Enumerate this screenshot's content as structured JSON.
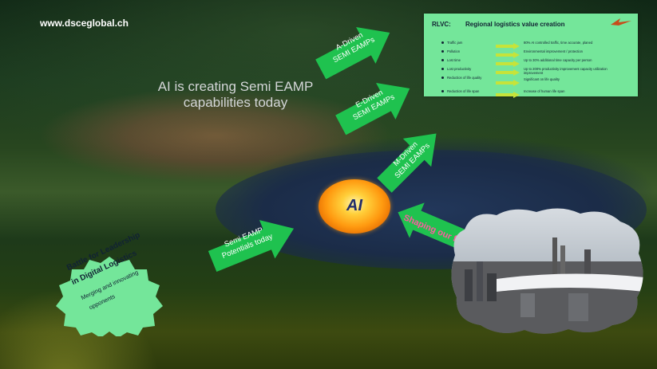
{
  "site_url": "www.dsceglobal.ch",
  "headline": "AI is creating Semi EAMP capabilities today",
  "arrows": {
    "a_driven": {
      "line1": "A-Driven",
      "line2": "SEMI EAMPs"
    },
    "e_driven": {
      "line1": "E-Driven",
      "line2": "SEMI EAMPs"
    },
    "m_driven": {
      "line1": "M-Driven",
      "line2": "SEMI EAMPs"
    },
    "semi_eamp": {
      "line1": "Semi EAMP",
      "line2": "Potentials today"
    }
  },
  "center": {
    "label": "AI"
  },
  "shaping_label": "Shaping our future",
  "panel": {
    "code": "RLVC:",
    "title": "Regional logistics value creation",
    "rows": [
      {
        "issue": "Traffic jam",
        "result": "80% AI controlled traffic, time accurate, planed"
      },
      {
        "issue": "Pollution",
        "result": "Environmental improvement / protection"
      },
      {
        "issue": "Lost time",
        "result": "Up to 30% additional time capacity per person"
      },
      {
        "issue": "Lost productivity",
        "result": "Up to 200% productivity improvement capacity utilization improvement"
      },
      {
        "issue": "Reduction of life quality",
        "result": "Significant on life quality"
      },
      {
        "issue": "Reduction of life span",
        "result": "Increase of human life span"
      }
    ]
  },
  "badge": {
    "line1": "Battle for Leadership",
    "line2": "in Digital Logistics",
    "line3": "Merging and innovating",
    "line4": "opponents"
  },
  "colors": {
    "arrow": "#1fc24f",
    "panel": "#74e69a",
    "shaping": "#ff5aa0",
    "ai_text": "#222d6a"
  }
}
